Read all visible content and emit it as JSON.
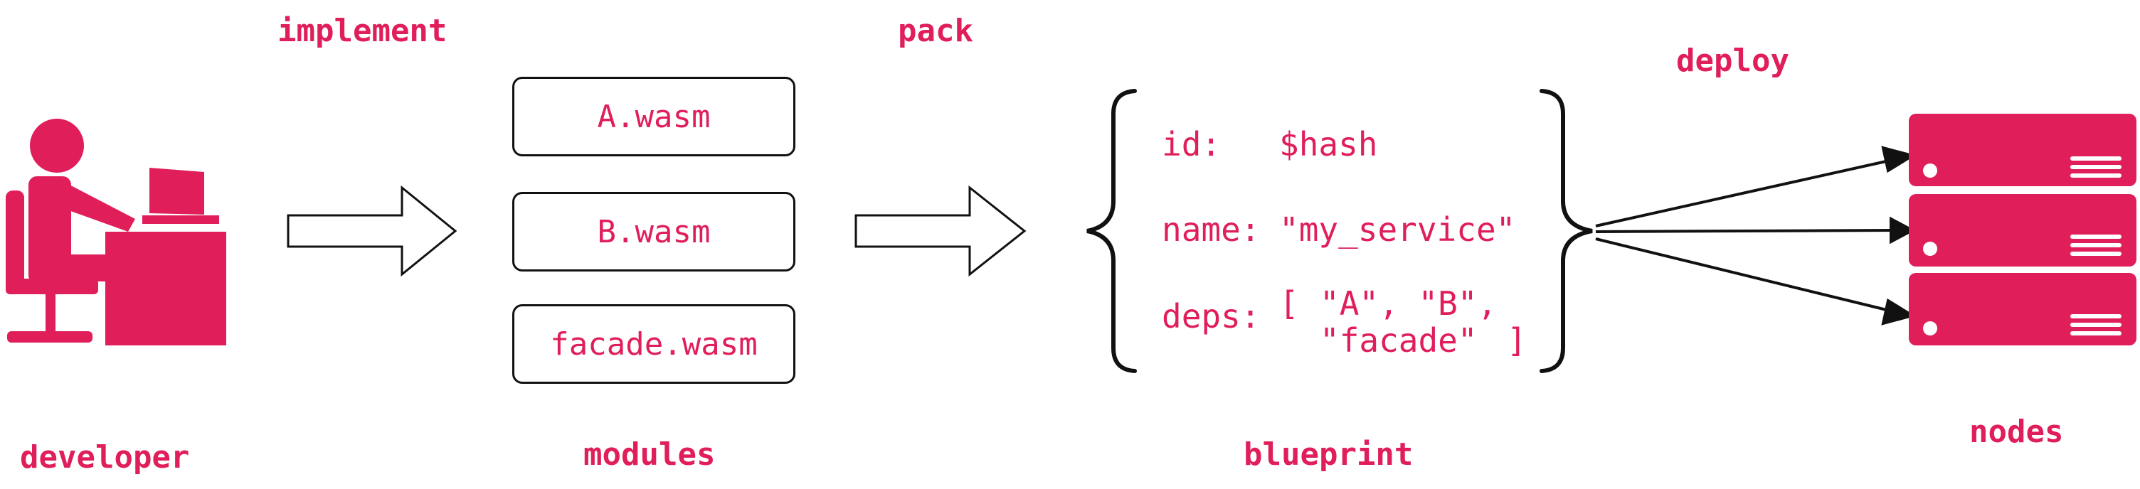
{
  "steps": {
    "implement": "implement",
    "pack": "pack",
    "deploy": "deploy"
  },
  "captions": {
    "developer": "developer",
    "modules": "modules",
    "blueprint": "blueprint",
    "nodes": "nodes"
  },
  "modules": [
    "A.wasm",
    "B.wasm",
    "facade.wasm"
  ],
  "blueprint": {
    "id_key": "id:",
    "id_value": "$hash",
    "name_key": "name:",
    "name_value": "\"my_service\"",
    "deps_key": "deps:",
    "deps_open": "[",
    "deps_line1": "\"A\", \"B\",",
    "deps_line2": "\"facade\"",
    "deps_close": "]"
  },
  "icons": {
    "developer": "developer-at-desk-icon",
    "server": "server-rack-icon"
  },
  "colors": {
    "accent": "#e01e5a",
    "stroke": "#111111"
  }
}
